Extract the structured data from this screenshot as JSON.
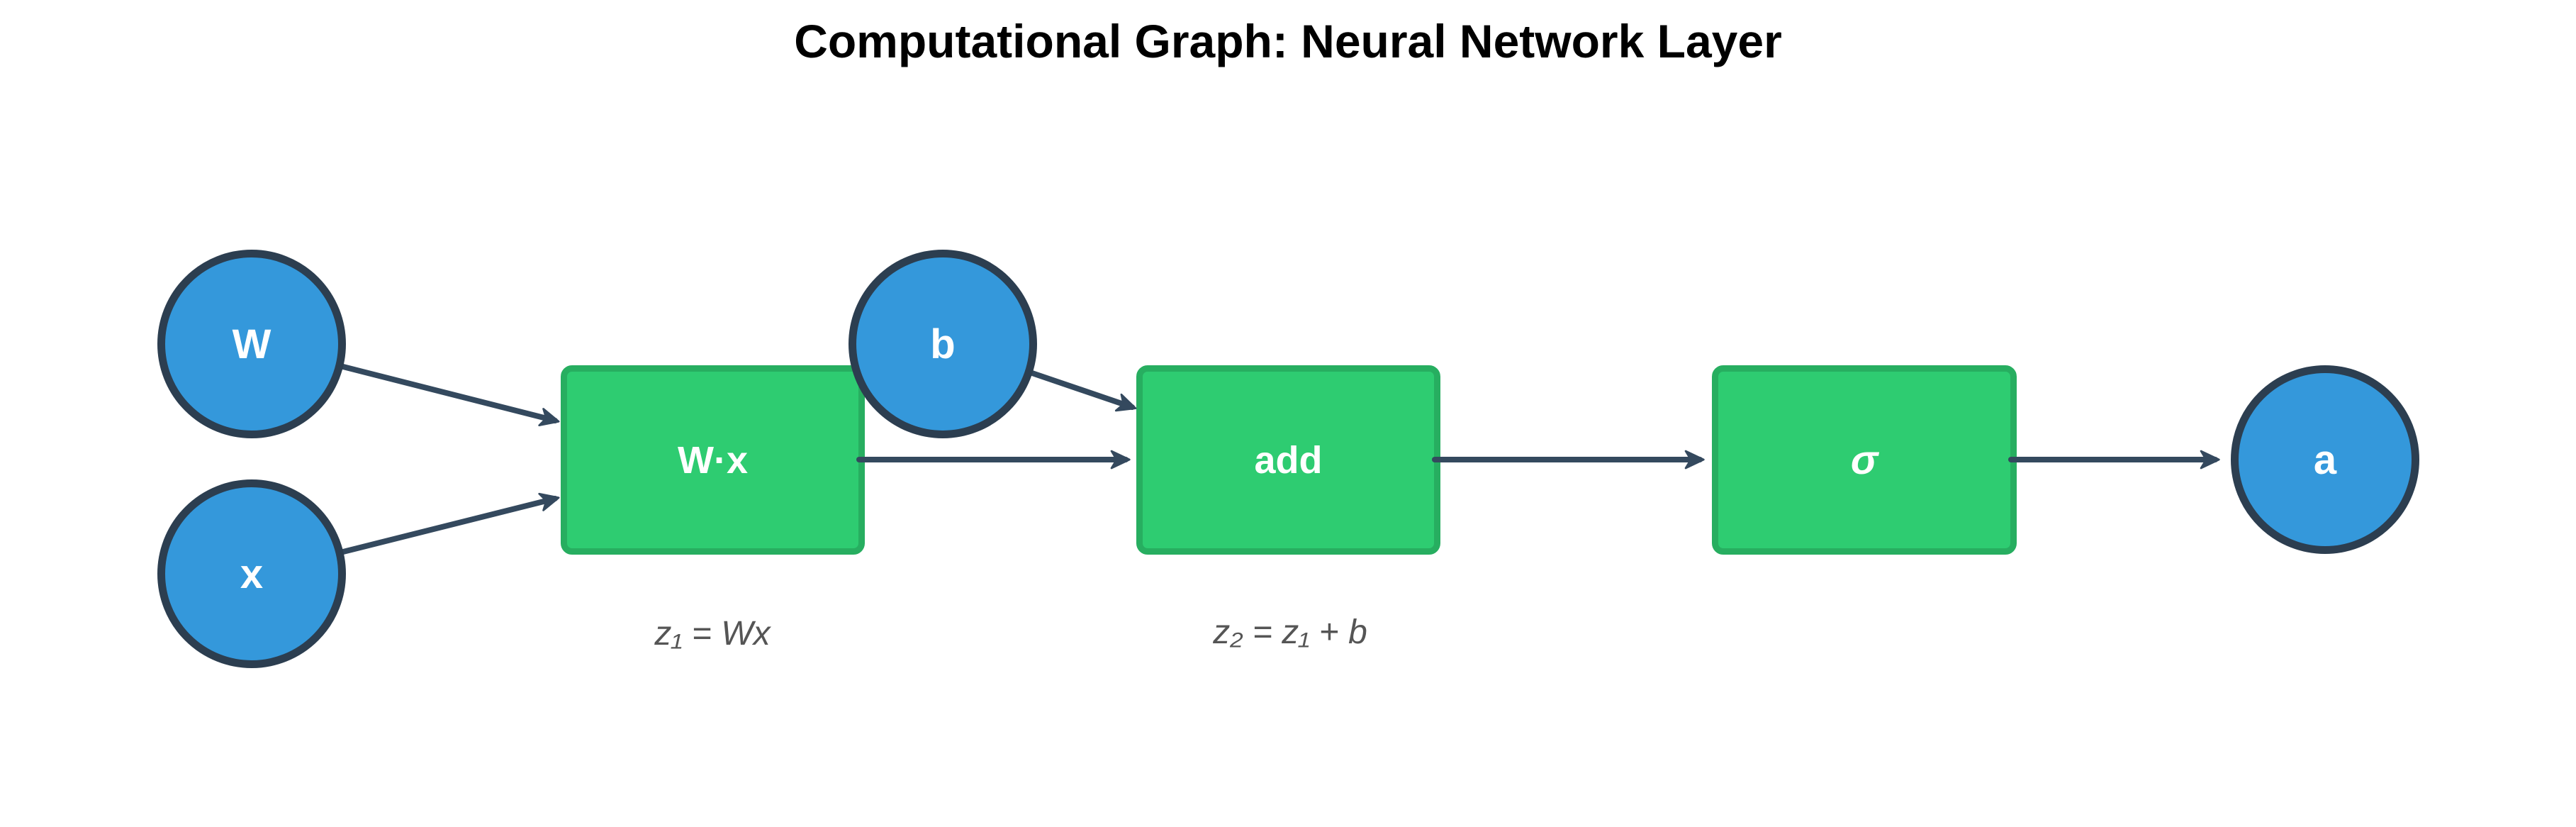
{
  "title": "Computational Graph: Neural Network Layer",
  "colors": {
    "node_fill": "#3498db",
    "node_border": "#2c3e50",
    "op_fill": "#2ecc71",
    "op_border": "#27ae60",
    "edge": "#34495e",
    "formula": "#555555"
  },
  "nodes": {
    "w": {
      "label": "W"
    },
    "x": {
      "label": "x"
    },
    "b": {
      "label": "b"
    },
    "a": {
      "label": "a"
    }
  },
  "ops": {
    "matmul": {
      "label": "W·x",
      "formula": "z₁ = Wx"
    },
    "add": {
      "label": "add",
      "formula": "z₂ = z₁ + b"
    },
    "sigma": {
      "label": "σ"
    }
  }
}
